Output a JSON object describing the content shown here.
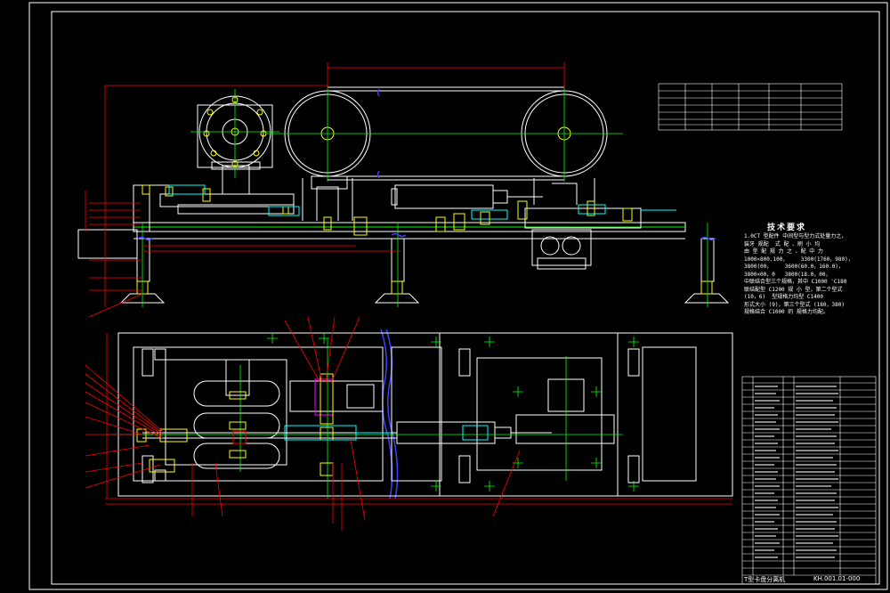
{
  "drawing": {
    "tech_requirements_title": "技术要求",
    "tech_requirements_lines": [
      "1.0CT 型配件 中间型与型力式处量力之，",
      "装牙 规配  式 配 、刷 小 均",
      "由 型 配 规 力 之 、配 中 力",
      "1000×800.100，    3300(1760，980)，",
      "3800(00，    3600(60.0，160.0)，",
      "3800×00，0   3800(18.0，00，",
      "中联结合型三个规格，其中 C1000 'C180",
      "联结配型 C1200 规 小 型，第二个型式",
      "(10，6)  型规格力均型 C1400",
      "形式大小 (9)，第三个型式 (180，380)",
      "规格结合 C1000 的 规格力均配。"
    ],
    "title_block": {
      "title_left": "T型卡盘分离机",
      "title_right": "KH.001.01-000"
    }
  },
  "colors": {
    "frame": "#ffffff",
    "machine": "#ffffff",
    "centerline": "#00ff00",
    "dimension": "#ff0000",
    "leader": "#ff0000",
    "bolt": "#ffff00",
    "accent": "#00ffff",
    "highlight": "#ff00ff",
    "hidden": "#0000ff",
    "break_line": "#4040ff"
  }
}
